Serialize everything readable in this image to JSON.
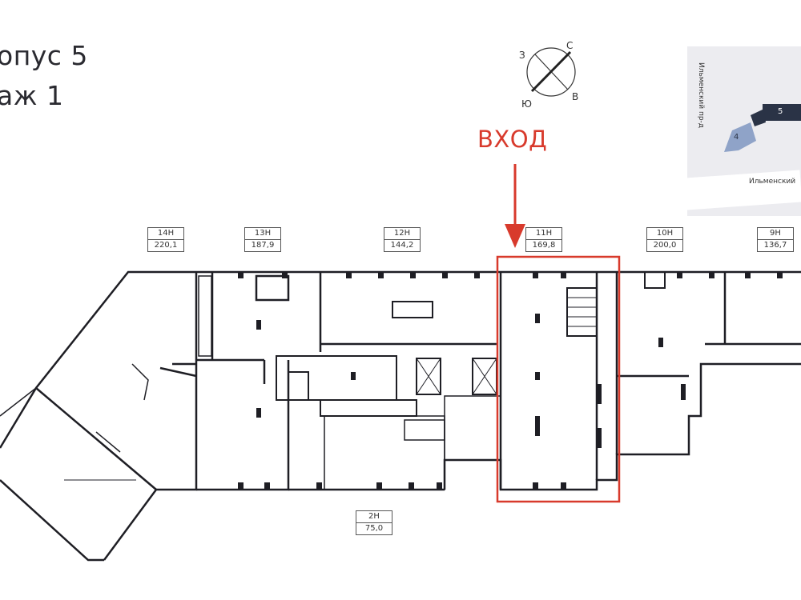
{
  "header": {
    "building": "опус 5",
    "floor": "аж 1"
  },
  "compass": {
    "north": "С",
    "south": "Ю",
    "west": "З",
    "east": "В"
  },
  "entrance": {
    "label": "ВХОД",
    "color": "#d83a2c"
  },
  "units": [
    {
      "name": "14Н",
      "area": "220,1"
    },
    {
      "name": "13Н",
      "area": "187,9"
    },
    {
      "name": "12Н",
      "area": "144,2"
    },
    {
      "name": "11Н",
      "area": "169,8"
    },
    {
      "name": "10Н",
      "area": "200,0"
    },
    {
      "name": "9Н",
      "area": "136,7"
    },
    {
      "name": "2Н",
      "area": "75,0"
    }
  ],
  "highlighted_unit": "11Н",
  "minimap": {
    "street_vertical": "Ильменский пр-д",
    "street_horizontal": "Ильменский",
    "building_current": "5",
    "building_neighbor": "4",
    "colors": {
      "background": "#ececf0",
      "current": "#2a3346",
      "neighbor": "#8fa3c8"
    }
  }
}
